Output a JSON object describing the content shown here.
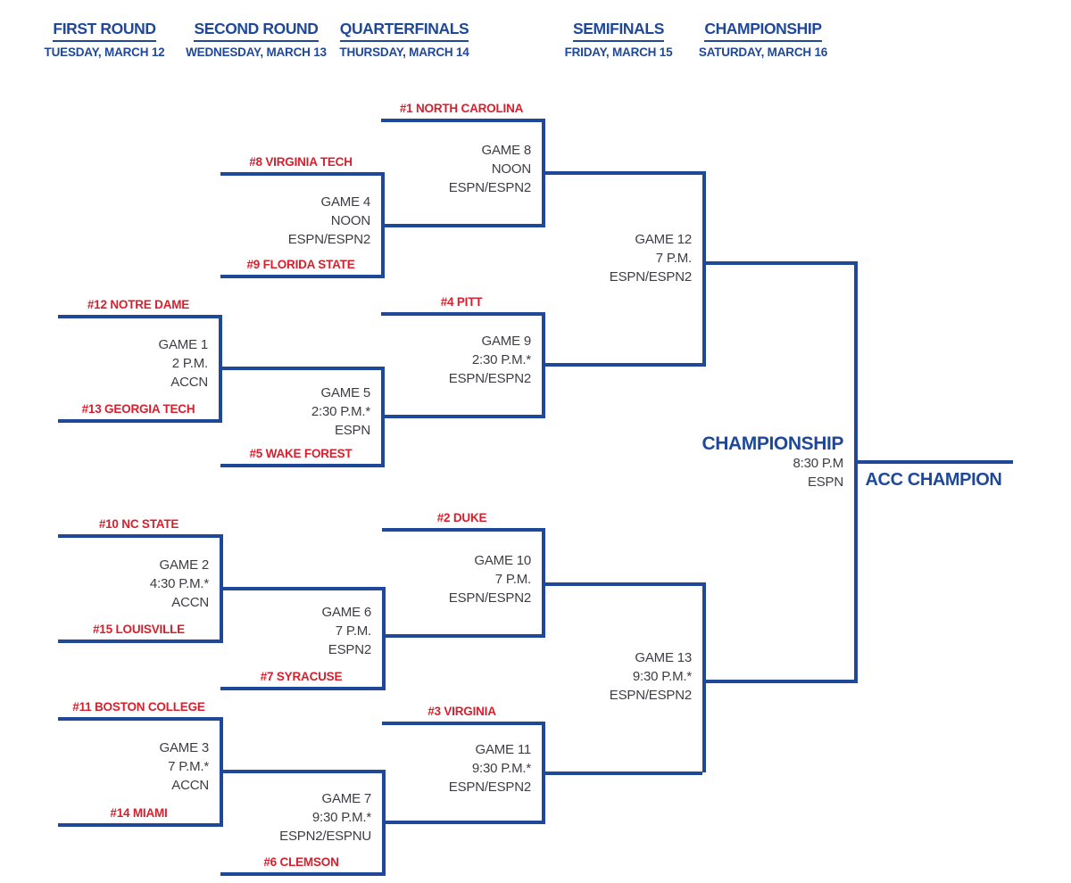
{
  "palette": {
    "blue": "#1F4899",
    "red": "#D7202E",
    "text": "#3E3D44"
  },
  "rounds": [
    {
      "name": "FIRST ROUND",
      "date": "TUESDAY, MARCH 12"
    },
    {
      "name": "SECOND ROUND",
      "date": "WEDNESDAY, MARCH 13"
    },
    {
      "name": "QUARTERFINALS",
      "date": "THURSDAY, MARCH 14"
    },
    {
      "name": "SEMIFINALS",
      "date": "FRIDAY, MARCH 15"
    },
    {
      "name": "CHAMPIONSHIP",
      "date": "SATURDAY, MARCH 16"
    }
  ],
  "teams": {
    "seed1": "#1 NORTH CAROLINA",
    "seed2": "#2 DUKE",
    "seed3": "#3 VIRGINIA",
    "seed4": "#4 PITT",
    "seed5": "#5 WAKE FOREST",
    "seed6": "#6 CLEMSON",
    "seed7": "#7 SYRACUSE",
    "seed8": "#8 VIRGINIA TECH",
    "seed9": "#9 FLORIDA STATE",
    "seed10": "#10 NC STATE",
    "seed11": "#11 BOSTON COLLEGE",
    "seed12": "#12 NOTRE DAME",
    "seed13": "#13 GEORGIA TECH",
    "seed14": "#14 MIAMI",
    "seed15": "#15 LOUISVILLE"
  },
  "games": {
    "game1": {
      "label": "GAME 1",
      "time": "2 P.M.",
      "network": "ACCN"
    },
    "game2": {
      "label": "GAME 2",
      "time": "4:30 P.M.*",
      "network": "ACCN"
    },
    "game3": {
      "label": "GAME 3",
      "time": "7 P.M.*",
      "network": "ACCN"
    },
    "game4": {
      "label": "GAME 4",
      "time": "NOON",
      "network": "ESPN/ESPN2"
    },
    "game5": {
      "label": "GAME 5",
      "time": "2:30 P.M.*",
      "network": "ESPN"
    },
    "game6": {
      "label": "GAME 6",
      "time": "7 P.M.",
      "network": "ESPN2"
    },
    "game7": {
      "label": "GAME 7",
      "time": "9:30 P.M.*",
      "network": "ESPN2/ESPNU"
    },
    "game8": {
      "label": "GAME 8",
      "time": "NOON",
      "network": "ESPN/ESPN2"
    },
    "game9": {
      "label": "GAME 9",
      "time": "2:30 P.M.*",
      "network": "ESPN/ESPN2"
    },
    "game10": {
      "label": "GAME 10",
      "time": "7 P.M.",
      "network": "ESPN/ESPN2"
    },
    "game11": {
      "label": "GAME 11",
      "time": "9:30 P.M.*",
      "network": "ESPN/ESPN2"
    },
    "game12": {
      "label": "GAME 12",
      "time": "7 P.M.",
      "network": "ESPN/ESPN2"
    },
    "game13": {
      "label": "GAME 13",
      "time": "9:30 P.M.*",
      "network": "ESPN/ESPN2"
    }
  },
  "final": {
    "title": "CHAMPIONSHIP",
    "time": "8:30 P.M",
    "network": "ESPN",
    "champion": "ACC CHAMPION"
  }
}
